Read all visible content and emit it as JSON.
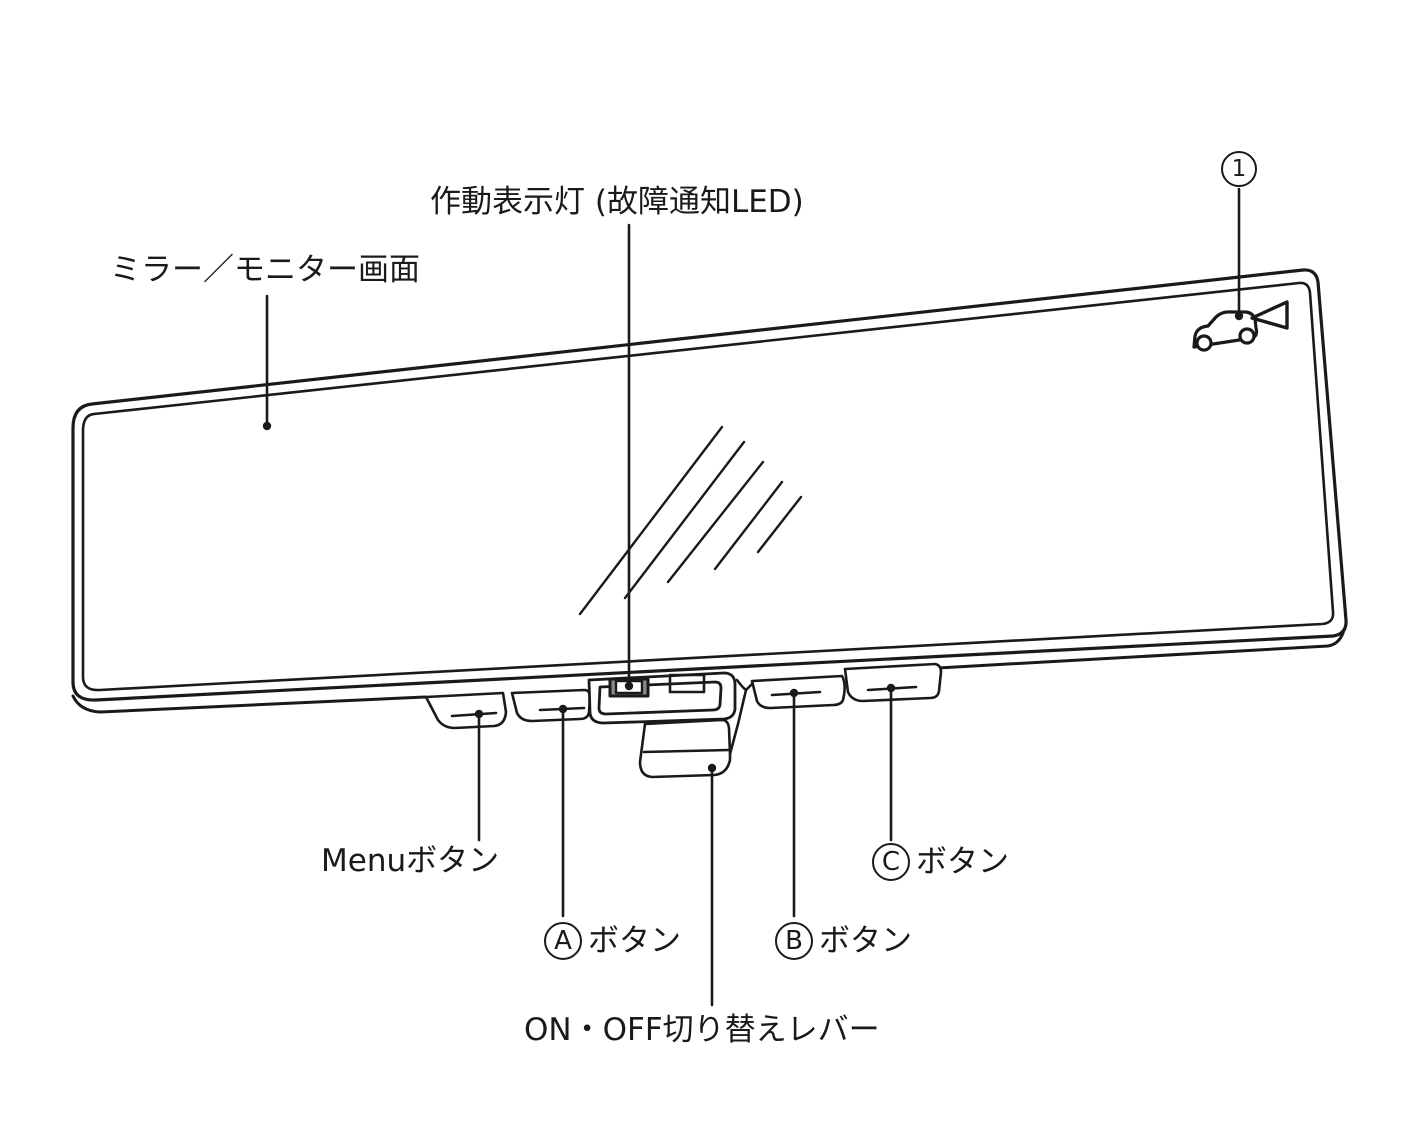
{
  "labels": {
    "mirror_screen": "ミラー／モニター画面",
    "indicator_lamp": "作動表示灯 (故障通知LED)",
    "callout_1": "1",
    "menu_button": "Menuボタン",
    "button_a_letter": "A",
    "button_a_text": "ボタン",
    "button_b_letter": "B",
    "button_b_text": "ボタン",
    "button_c_letter": "C",
    "button_c_text": "ボタン",
    "on_off_lever": "ON・OFF切り替えレバー"
  },
  "icons": {
    "car_camera": "car-rear-camera-icon"
  },
  "colors": {
    "line": "#1a1a1a",
    "background": "#ffffff",
    "led_fill": "#8a8a8a"
  }
}
